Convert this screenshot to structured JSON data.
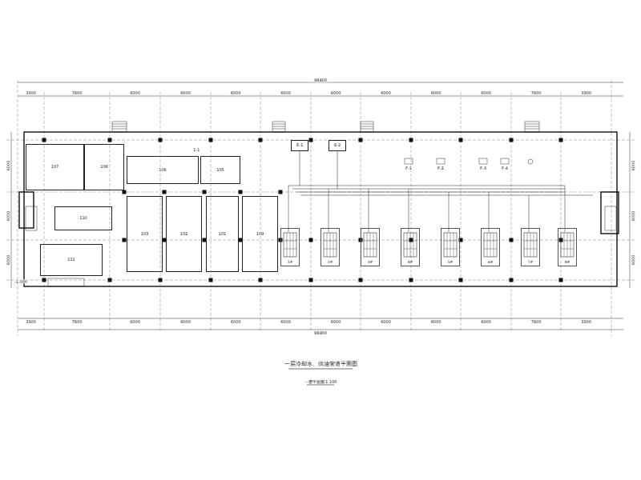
{
  "diagram": {
    "title": "一层冷却水、供油管道平面图",
    "caption": "一层平面图 1:100",
    "nodes": [
      {
        "text": [
          "107"
        ]
      },
      {
        "text": [
          "108"
        ]
      },
      {
        "text": [
          "106"
        ]
      },
      {
        "text": [
          "105"
        ]
      },
      {
        "text": [
          "103"
        ]
      },
      {
        "text": [
          "102"
        ]
      },
      {
        "text": [
          "101"
        ]
      },
      {
        "text": [
          "109"
        ]
      },
      {
        "text": [
          "110"
        ]
      },
      {
        "text": [
          "111"
        ]
      },
      {
        "text": [
          "E-1"
        ]
      },
      {
        "text": [
          "E-2"
        ]
      },
      {
        "text": [
          "1#"
        ]
      },
      {
        "text": [
          "2#"
        ]
      },
      {
        "text": [
          "3#"
        ]
      },
      {
        "text": [
          "4#"
        ]
      },
      {
        "text": [
          "5#"
        ]
      },
      {
        "text": [
          "6#"
        ]
      },
      {
        "text": [
          "7#"
        ]
      },
      {
        "text": [
          "8#"
        ]
      }
    ],
    "labels": [
      "98400",
      "3300",
      "7800",
      "6000",
      "6000",
      "6000",
      "6000",
      "6000",
      "6000",
      "6000",
      "6000",
      "7800",
      "3300",
      "98400",
      "3300",
      "7800",
      "6000",
      "6000",
      "6000",
      "6000",
      "6000",
      "6000",
      "6000",
      "6000",
      "7800",
      "3300",
      "6000",
      "6000",
      "6000",
      "6000",
      "6000",
      "6000",
      "1-1",
      "-1.000",
      "F-1",
      "F-2",
      "F-3",
      "F-4"
    ]
  }
}
